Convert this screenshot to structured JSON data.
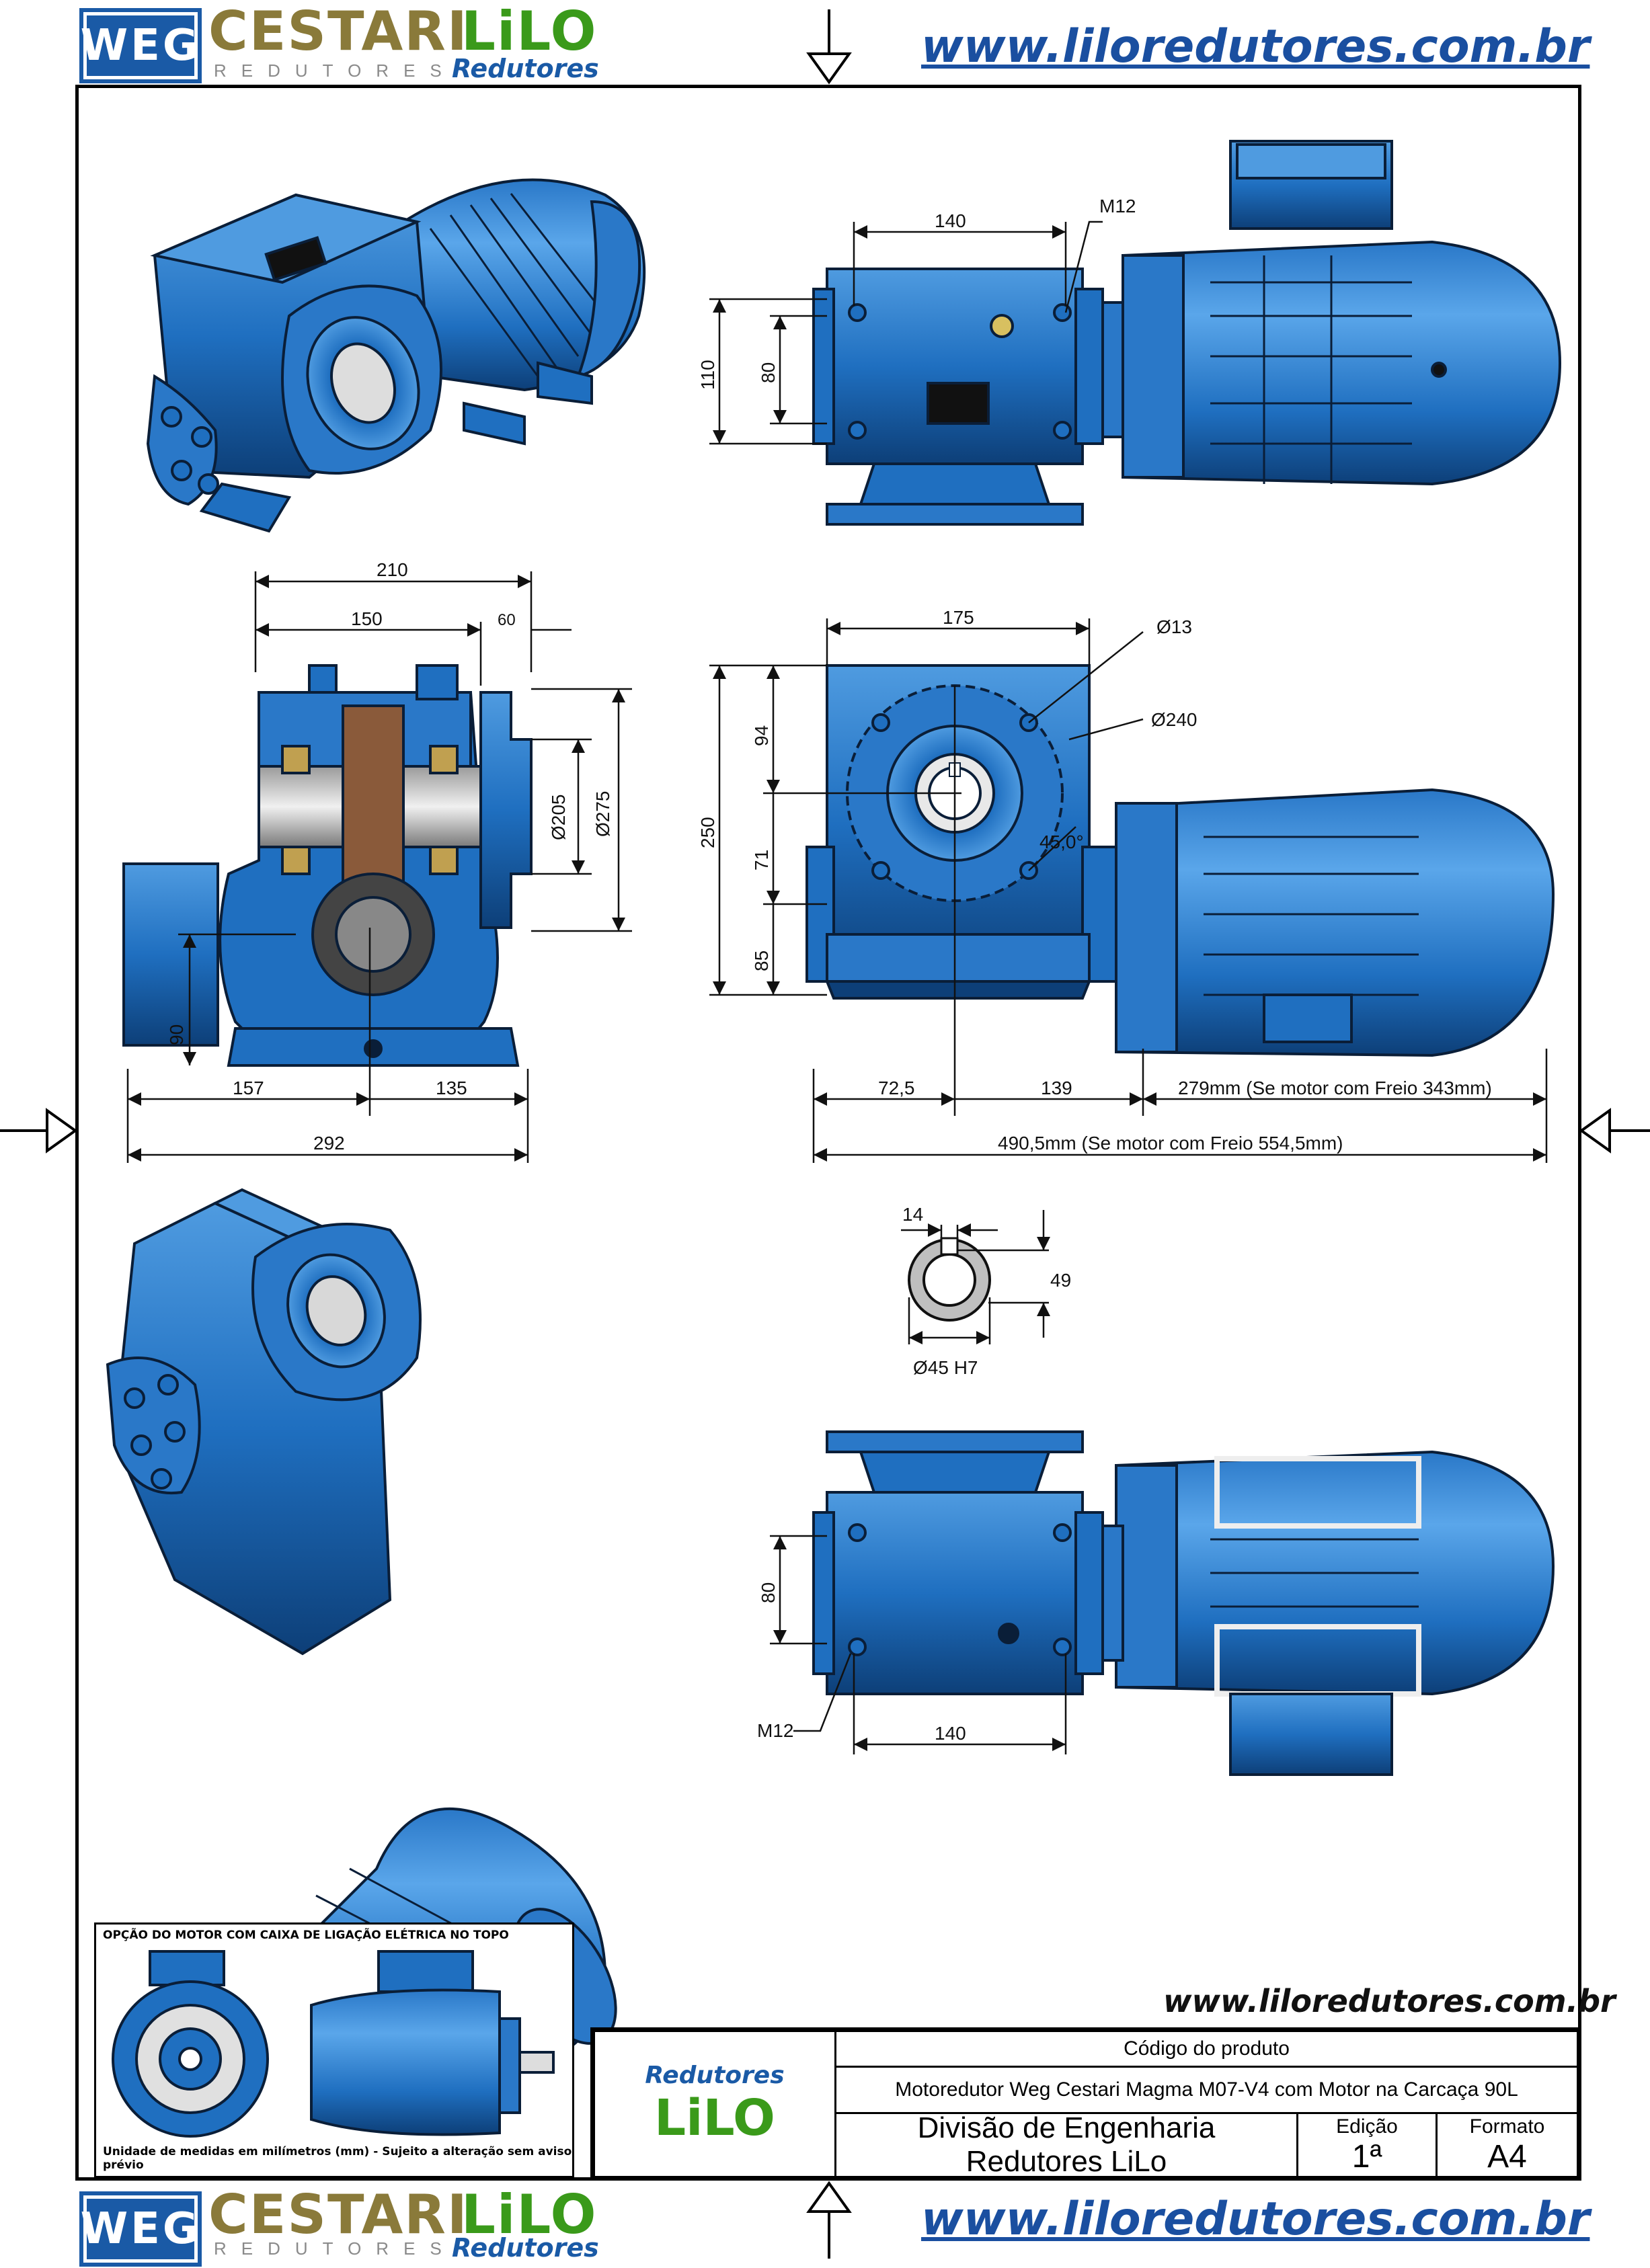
{
  "header": {
    "weg_text": "WEG",
    "cestari_text": "CESTARI",
    "cestari_sub": "REDUTORES",
    "lilo_text": "LiLO",
    "lilo_sub": "Redutores",
    "url": "www.liloredutores.com.br"
  },
  "footer": {
    "weg_text": "WEG",
    "cestari_text": "CESTARI",
    "cestari_sub": "REDUTORES",
    "lilo_text": "LiLO",
    "lilo_sub": "Redutores",
    "url": "www.liloredutores.com.br"
  },
  "dimensions": {
    "top_view": {
      "width_140": "140",
      "thread_m12": "M12",
      "height_110": "110",
      "height_80": "80"
    },
    "side_view": {
      "w210": "210",
      "w150": "150",
      "w60": "60",
      "d205": "Ø205",
      "d275": "Ø275",
      "h90": "90",
      "w157": "157",
      "w135": "135",
      "w292": "292"
    },
    "front_view": {
      "w175": "175",
      "d13": "Ø13",
      "d240": "Ø240",
      "h94": "94",
      "h250": "250",
      "h71": "71",
      "h85": "85",
      "angle45": "45,0°",
      "w72_5": "72,5",
      "w139": "139",
      "w279": "279mm (Se motor com Freio 343mm)",
      "total": "490,5mm   (Se motor com Freio 554,5mm)"
    },
    "shaft": {
      "w14": "14",
      "h49": "49",
      "d45": "Ø45 H7"
    },
    "bottom_view": {
      "h80": "80",
      "m12": "M12",
      "w140": "140"
    }
  },
  "motor_option": {
    "title": "OPÇÃO DO MOTOR COM CAIXA DE LIGAÇÃO ELÉTRICA NO TOPO",
    "note": "Unidade de medidas em milímetros (mm) - Sujeito a alteração sem aviso prévio"
  },
  "title_block": {
    "url": "www.liloredutores.com.br",
    "logo_top": "Redutores",
    "logo_main": "LiLO",
    "code_label": "Código do produto",
    "product": "Motoredutor Weg Cestari Magma M07-V4 com Motor na Carcaça 90L",
    "division_line1": "Divisão de Engenharia",
    "division_line2": "Redutores LiLo",
    "edition_label": "Edição",
    "edition_value": "1ª",
    "format_label": "Formato",
    "format_value": "A4"
  },
  "colors": {
    "body": "#1f6fc0",
    "dark": "#0d3f78",
    "light": "#4f9be0",
    "outline": "#0a1e38"
  }
}
